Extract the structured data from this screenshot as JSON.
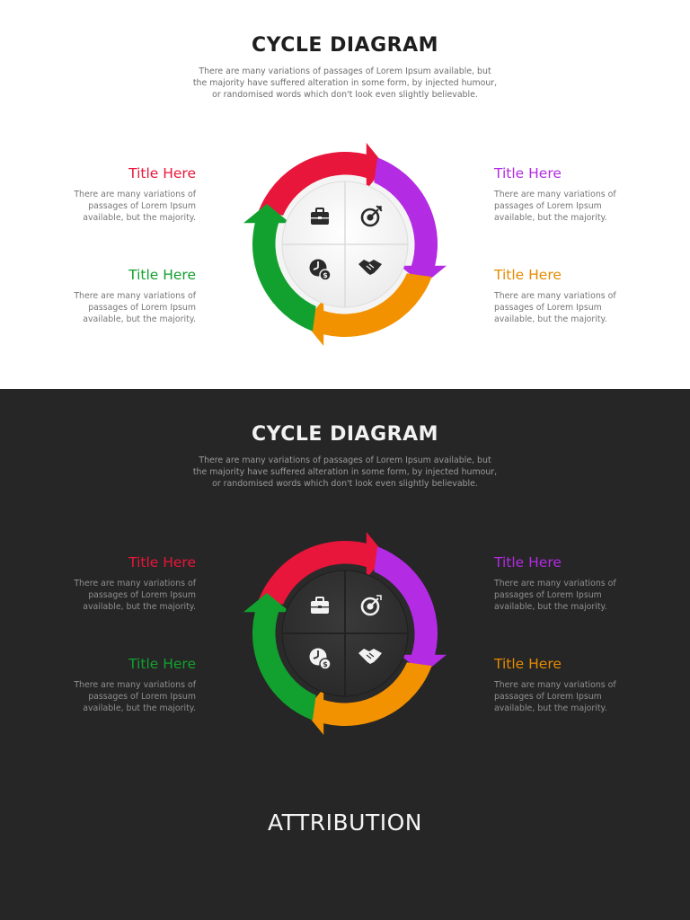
{
  "light_panel": {
    "title": "CYCLE DIAGRAM",
    "intro": "There are many variations of passages of Lorem Ipsum available, but the majority have suffered alteration in some form, by injected humour, or randomised words which don't look even slightly believable.",
    "items": [
      {
        "title": "Title Here",
        "text": "There are many variations of passages of Lorem Ipsum available, but the majority.",
        "color": "#e8163a",
        "icon": "briefcase-icon"
      },
      {
        "title": "Title Here",
        "text": "There are many variations of passages of Lorem Ipsum available, but the majority.",
        "color": "#b32be3",
        "icon": "target-icon"
      },
      {
        "title": "Title Here",
        "text": "There are many variations of passages of Lorem Ipsum available, but the majority.",
        "color": "#12a12f",
        "icon": "clock-dollar-icon"
      },
      {
        "title": "Title Here",
        "text": "There are many variations of passages of Lorem Ipsum available, but the majority.",
        "color": "#e58b00",
        "icon": "handshake-icon"
      }
    ]
  },
  "dark_panel": {
    "title": "CYCLE DIAGRAM",
    "intro": "There are many variations of passages of Lorem Ipsum available, but the majority have suffered alteration in some form, by injected humour, or randomised words which don't look even slightly believable.",
    "items": [
      {
        "title": "Title Here",
        "text": "There are many variations of passages of Lorem Ipsum available, but the majority.",
        "color": "#e8163a",
        "icon": "briefcase-icon"
      },
      {
        "title": "Title Here",
        "text": "There are many variations of passages of Lorem Ipsum available, but the majority.",
        "color": "#b32be3",
        "icon": "target-icon"
      },
      {
        "title": "Title Here",
        "text": "There are many variations of passages of Lorem Ipsum available, but the majority.",
        "color": "#12a12f",
        "icon": "clock-dollar-icon"
      },
      {
        "title": "Title Here",
        "text": "There are many variations of passages of Lorem Ipsum available, but the majority.",
        "color": "#e58b00",
        "icon": "handshake-icon"
      }
    ],
    "attribution": "ATTRIBUTION"
  },
  "colors": {
    "red": "#e8163a",
    "purple": "#b32be3",
    "green": "#12a12f",
    "orange": "#f39200",
    "dark_background": "#262626"
  }
}
